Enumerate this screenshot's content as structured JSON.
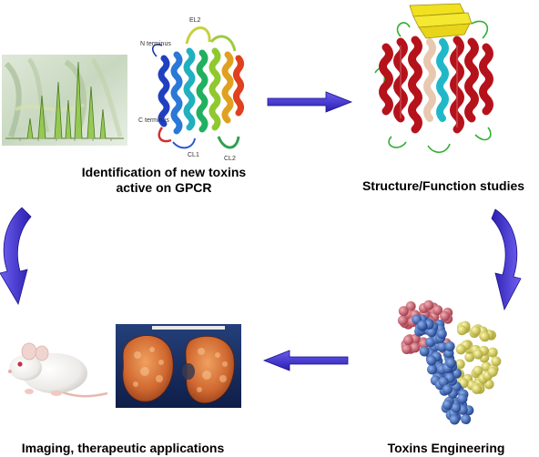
{
  "captions": {
    "identification_line1": "Identification of new toxins",
    "identification_line2": "active on GPCR",
    "structure": "Structure/Function studies",
    "engineering": "Toxins Engineering",
    "imaging": "Imaging, therapeutic applications"
  },
  "gpcr_labels": {
    "el2": "EL2",
    "n_terminus": "N terminus",
    "c_terminus": "C terminus",
    "cl1": "CL1",
    "cl2": "CL2"
  },
  "colors": {
    "arrow": "#3a2fd0",
    "helix_red": "#b5121b",
    "sheet_yellow": "#f0e020",
    "sphere_blue": "#3d6ec8",
    "sphere_pink": "#d9707a",
    "sphere_yellow": "#e8e070"
  }
}
